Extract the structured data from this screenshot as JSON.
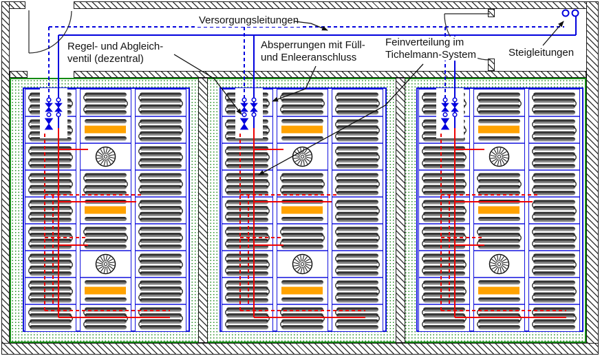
{
  "diagram": {
    "type": "floor-heating-distribution-plan",
    "labels": {
      "supply_lines": "Versorgungsleitungen",
      "control_valve": [
        "Regel- und Abgleich-",
        "ventil (dezentral)"
      ],
      "shutoff": [
        "Absperrungen mit Füll-",
        "und Enleeranschluss"
      ],
      "fine_distribution": [
        "Feinverteilung im",
        "Tichelmann-System"
      ],
      "risers": "Steigleitungen"
    },
    "colors": {
      "supply_pipe_blue": "#0000dd",
      "distribution_pipe_red": "#ee0000",
      "heating_element_orange": "#ffa200",
      "screed_green": "#128a12",
      "coil_dark_gray": "#3f3f3f",
      "panel_border_blue": "#1010dd"
    },
    "structure": {
      "panel_count": 3,
      "columns_per_panel": 3,
      "sections_per_column": 9,
      "middle_column_pattern": [
        "coil",
        "orange",
        "fan",
        "coil",
        "orange",
        "coil",
        "fan",
        "orange",
        "coil"
      ],
      "side_column_pattern": "coil",
      "valves_per_panel": 3,
      "fans_per_panel": 2,
      "orange_elements_per_panel": 3,
      "riser_count": 2,
      "door_count": 2
    },
    "icons": {
      "fan": "fan-icon",
      "valve": "valve-icon",
      "riser_pipes": "riser-pipes-icon",
      "door": "door-arc-icon"
    }
  }
}
